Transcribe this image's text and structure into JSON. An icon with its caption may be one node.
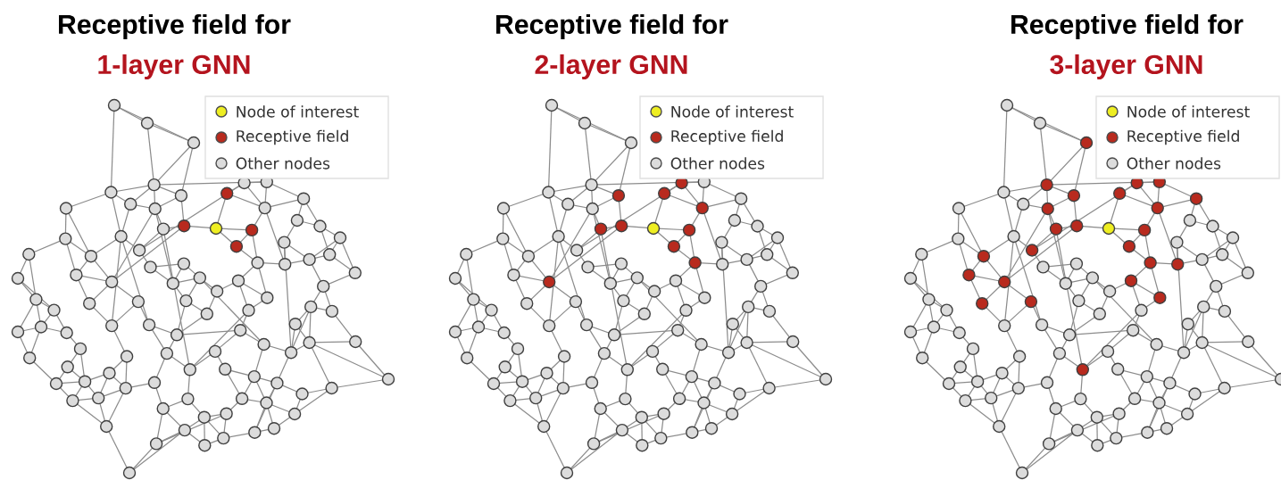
{
  "diagram": {
    "labels": [
      "Receptive field for",
      "1-layer GNN",
      "Receptive field for",
      "2-layer GNN",
      "Receptive field for",
      "3-layer GNN"
    ],
    "legend": [
      {
        "text": "Node of interest",
        "color": "#eeee22"
      },
      {
        "text": "Receptive field",
        "color": "#b82a1e"
      },
      {
        "text": "Other nodes",
        "color": "#dcdcdc"
      },
      {
        "text": "Node of interest",
        "color": "#eeee22"
      },
      {
        "text": "Receptive field",
        "color": "#b82a1e"
      },
      {
        "text": "Other nodes",
        "color": "#dcdcdc"
      },
      {
        "text": "Node of interest",
        "color": "#eeee22"
      },
      {
        "text": "Receptive field",
        "color": "#b82a1e"
      },
      {
        "text": "Other nodes",
        "color": "#dcdcdc"
      }
    ]
  }
}
